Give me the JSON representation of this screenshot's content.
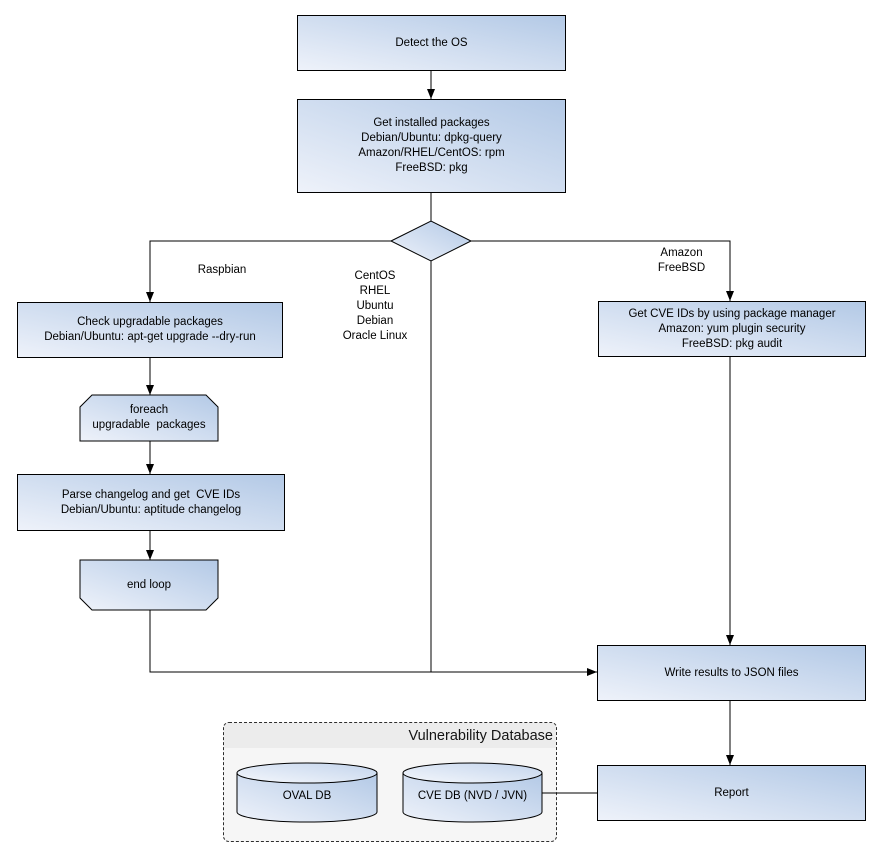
{
  "diagram": {
    "nodes": {
      "detect_os": {
        "label": "Detect the OS"
      },
      "get_installed_packages": {
        "label": "Get installed packages\nDebian/Ubuntu: dpkg-query\nAmazon/RHEL/CentOS: rpm\nFreeBSD: pkg"
      },
      "check_upgradable_packages": {
        "label": "Check upgradable packages\nDebian/Ubuntu: apt-get upgrade --dry-run"
      },
      "foreach_loop_start": {
        "label": "foreach\nupgradable  packages"
      },
      "parse_changelog": {
        "label": "Parse changelog and get  CVE IDs\nDebian/Ubuntu: aptitude changelog"
      },
      "end_loop": {
        "label": "end loop"
      },
      "get_cve_ids": {
        "label": "Get CVE IDs by using package manager\nAmazon: yum plugin security\nFreeBSD: pkg audit"
      },
      "write_results": {
        "label": "Write results to JSON files"
      },
      "report": {
        "label": "Report"
      },
      "oval_db": {
        "label": "OVAL DB"
      },
      "cve_db": {
        "label": "CVE DB (NVD / JVN)"
      }
    },
    "edge_labels": {
      "left_branch": "Raspbian",
      "middle_branch": "CentOS\nRHEL\nUbuntu\nDebian\nOracle Linux",
      "right_branch": "Amazon\nFreeBSD"
    },
    "container": {
      "title": "Vulnerability Database"
    },
    "colors": {
      "node_gradient_light": "#eef2fa",
      "node_gradient_dark": "#b3c9e6",
      "node_border": "#000000",
      "connector": "#000000",
      "container_fill": "#f6f6f6",
      "container_title_band": "#ececec",
      "container_border": "#2e2e2e",
      "text": "#000000"
    }
  }
}
